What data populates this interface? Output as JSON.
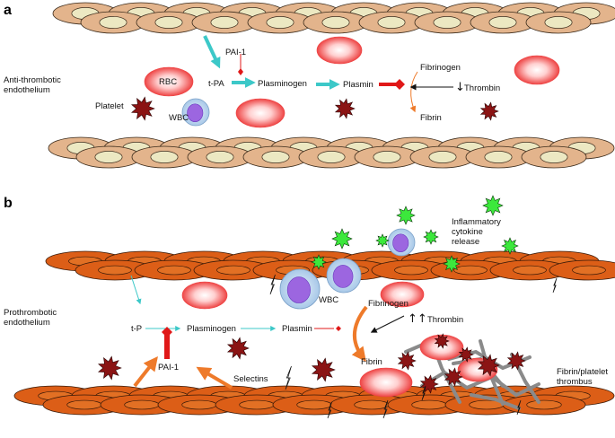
{
  "panels": {
    "a": {
      "label": "a",
      "side_label_line1": "Anti-thrombotic",
      "side_label_line2": "endothelium",
      "pai1": "PAI-1",
      "tpa": "t-PA",
      "plasminogen": "Plasminogen",
      "plasmin": "Plasmin",
      "fibrinogen": "Fibrinogen",
      "fibrin": "Fibrin",
      "thrombin_arrow": "↓",
      "thrombin": "Thrombin",
      "rbc": "RBC",
      "platelet": "Platelet",
      "wbc": "WBC"
    },
    "b": {
      "label": "b",
      "side_label_line1": "Prothrombotic",
      "side_label_line2": "endothelium",
      "tp": "t-P",
      "plasminogen": "Plasminogen",
      "plasmin": "Plasmin",
      "fibrinogen": "Fibrinogen",
      "fibrin": "Fibrin",
      "thrombin_arrow": "↑↑",
      "thrombin": "Thrombin",
      "pai1": "PAI-1",
      "selectins": "Selectins",
      "wbc": "WBC",
      "cytokine_line1": "Inflammatory",
      "cytokine_line2": "cytokine",
      "cytokine_line3": "release",
      "thrombus_line1": "Fibrin/platelet",
      "thrombus_line2": "thrombus"
    }
  },
  "colors": {
    "healthy_cell": "#e3b48c",
    "healthy_nucleus": "#ece8c2",
    "inflamed_cell": "#dc5e17",
    "inflamed_nucleus": "#e27024",
    "rbc": "#f25a5a",
    "platelet": "#8b1414",
    "wbc": "#b8d4ec",
    "wbc_nucleus": "#9c66e0",
    "cytokine": "#3ce83c",
    "cyan_arrow": "#3cc8c8",
    "orange_arrow": "#ee7a2a",
    "red_inhibit": "#e01818",
    "fibrin_strand": "#8a8a8a"
  },
  "icons": [
    "red-blood-cell-icon",
    "platelet-icon",
    "white-blood-cell-icon",
    "cytokine-icon",
    "endothelial-cell-icon"
  ]
}
